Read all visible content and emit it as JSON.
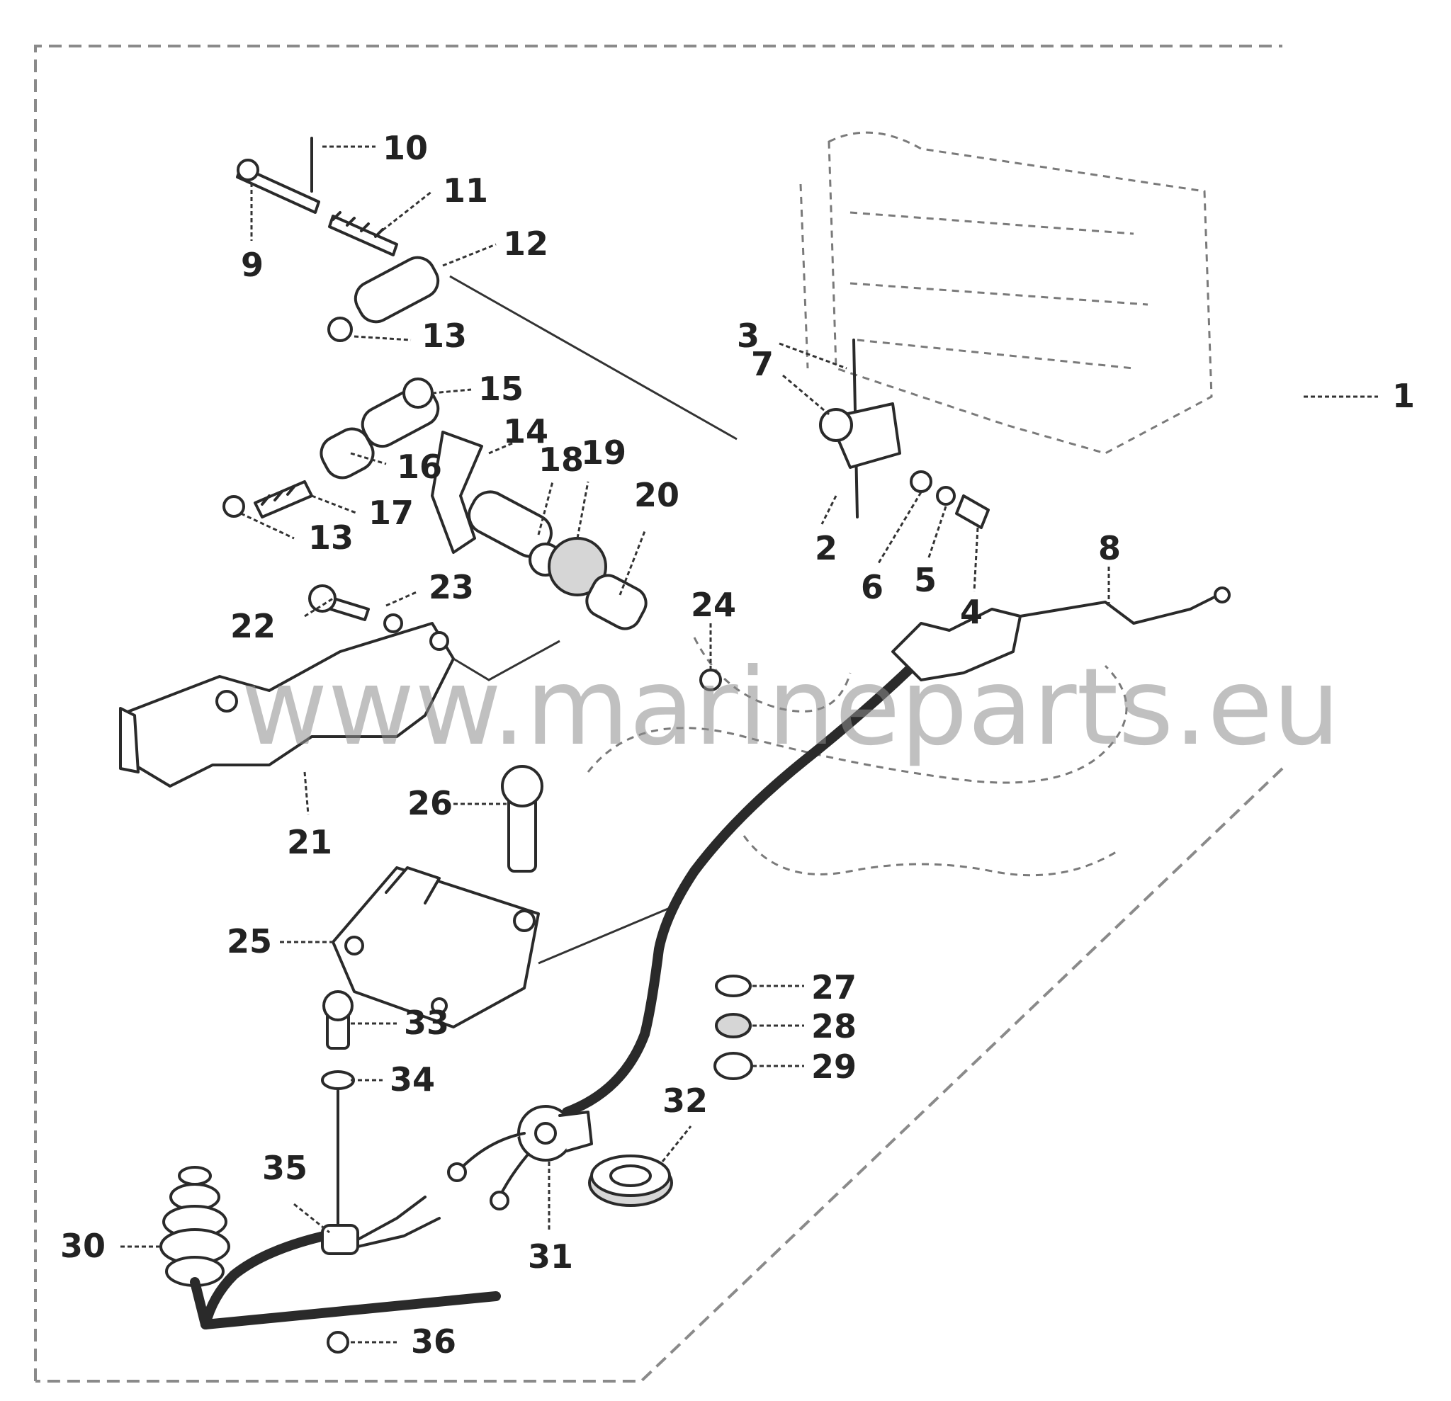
{
  "watermark": "www.marineparts.eu",
  "callouts": [
    {
      "id": "1",
      "label": "1"
    },
    {
      "id": "2",
      "label": "2"
    },
    {
      "id": "3",
      "label": "3"
    },
    {
      "id": "4",
      "label": "4"
    },
    {
      "id": "5",
      "label": "5"
    },
    {
      "id": "6",
      "label": "6"
    },
    {
      "id": "7",
      "label": "7"
    },
    {
      "id": "8",
      "label": "8"
    },
    {
      "id": "9",
      "label": "9"
    },
    {
      "id": "10",
      "label": "10"
    },
    {
      "id": "11",
      "label": "11"
    },
    {
      "id": "12",
      "label": "12"
    },
    {
      "id": "13a",
      "label": "13"
    },
    {
      "id": "13b",
      "label": "13"
    },
    {
      "id": "14",
      "label": "14"
    },
    {
      "id": "15",
      "label": "15"
    },
    {
      "id": "16",
      "label": "16"
    },
    {
      "id": "17",
      "label": "17"
    },
    {
      "id": "18",
      "label": "18"
    },
    {
      "id": "19",
      "label": "19"
    },
    {
      "id": "20",
      "label": "20"
    },
    {
      "id": "21",
      "label": "21"
    },
    {
      "id": "22",
      "label": "22"
    },
    {
      "id": "23",
      "label": "23"
    },
    {
      "id": "24",
      "label": "24"
    },
    {
      "id": "25",
      "label": "25"
    },
    {
      "id": "26",
      "label": "26"
    },
    {
      "id": "27",
      "label": "27"
    },
    {
      "id": "28",
      "label": "28"
    },
    {
      "id": "29",
      "label": "29"
    },
    {
      "id": "30",
      "label": "30"
    },
    {
      "id": "31",
      "label": "31"
    },
    {
      "id": "32",
      "label": "32"
    },
    {
      "id": "33",
      "label": "33"
    },
    {
      "id": "34",
      "label": "34"
    },
    {
      "id": "35",
      "label": "35"
    },
    {
      "id": "36",
      "label": "36"
    }
  ]
}
